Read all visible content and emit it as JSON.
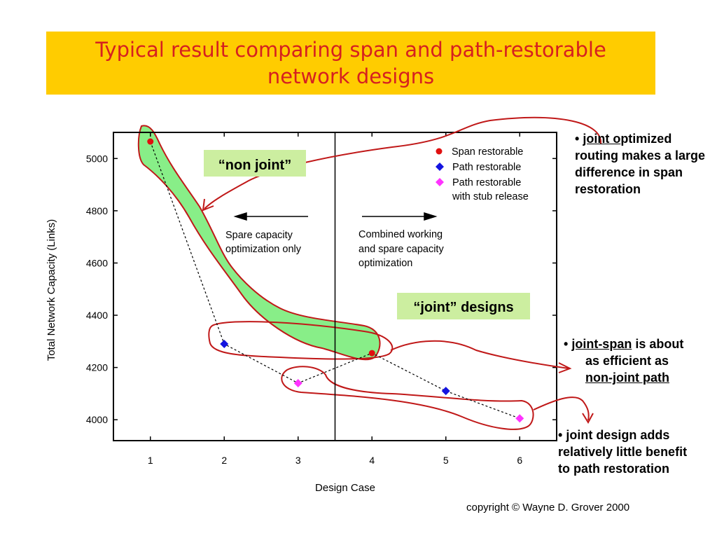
{
  "title": "Typical result comparing span and path-restorable network designs",
  "copyright": "copyright © Wayne D. Grover 2000",
  "notes": {
    "note1": {
      "bullet": "•",
      "underlined": "joint o",
      "rest": "ptimized routing makes a large difference in span restoration"
    },
    "note2": {
      "bullet": "•",
      "underlined": "joint-span",
      "mid": " is about",
      "line2": "as efficient as",
      "line3": "non-joint path"
    },
    "note3": {
      "bullet": "•",
      "text": "joint design adds relatively little benefit to path restoration"
    }
  },
  "colors": {
    "banner": "#ffcc00",
    "title": "#d62020",
    "span": "#e01010",
    "path": "#1414e0",
    "stub": "#ff33ff",
    "highlight": "#88ee88",
    "annotation": "#c01818",
    "label_box": "#cceea0"
  },
  "chart_data": {
    "type": "scatter",
    "xlabel": "Design Case",
    "ylabel": "Total Network Capacity (Links)",
    "xlim": [
      0.5,
      6.5
    ],
    "ylim": [
      3920,
      5100
    ],
    "xticks": [
      1,
      2,
      3,
      4,
      5,
      6
    ],
    "yticks": [
      4000,
      4200,
      4400,
      4600,
      4800,
      5000
    ],
    "divider_x": 3.5,
    "series": [
      {
        "name": "Span restorable",
        "marker": "circle",
        "color": "#e01010",
        "points": [
          [
            1,
            5065
          ],
          [
            4,
            4255
          ]
        ]
      },
      {
        "name": "Path restorable",
        "marker": "diamond",
        "color": "#1414e0",
        "points": [
          [
            2,
            4290
          ],
          [
            5,
            4110
          ]
        ]
      },
      {
        "name": "Path restorable with stub release",
        "name_lines": [
          "Path restorable",
          "with stub release"
        ],
        "marker": "diamond",
        "color": "#ff33ff",
        "points": [
          [
            3,
            4140
          ],
          [
            6,
            4005
          ]
        ]
      }
    ],
    "trend_line": [
      [
        1,
        5065
      ],
      [
        2,
        4290
      ],
      [
        3,
        4140
      ],
      [
        4,
        4255
      ],
      [
        5,
        4110
      ],
      [
        6,
        4005
      ]
    ],
    "region_labels": {
      "left": [
        "Spare capacity",
        "optimization only"
      ],
      "right": [
        "Combined working",
        "and spare capacity",
        "optimization"
      ]
    },
    "box_labels": {
      "non_joint": "“non joint”",
      "joint": "“joint” designs"
    },
    "legend_position": "top-right"
  }
}
